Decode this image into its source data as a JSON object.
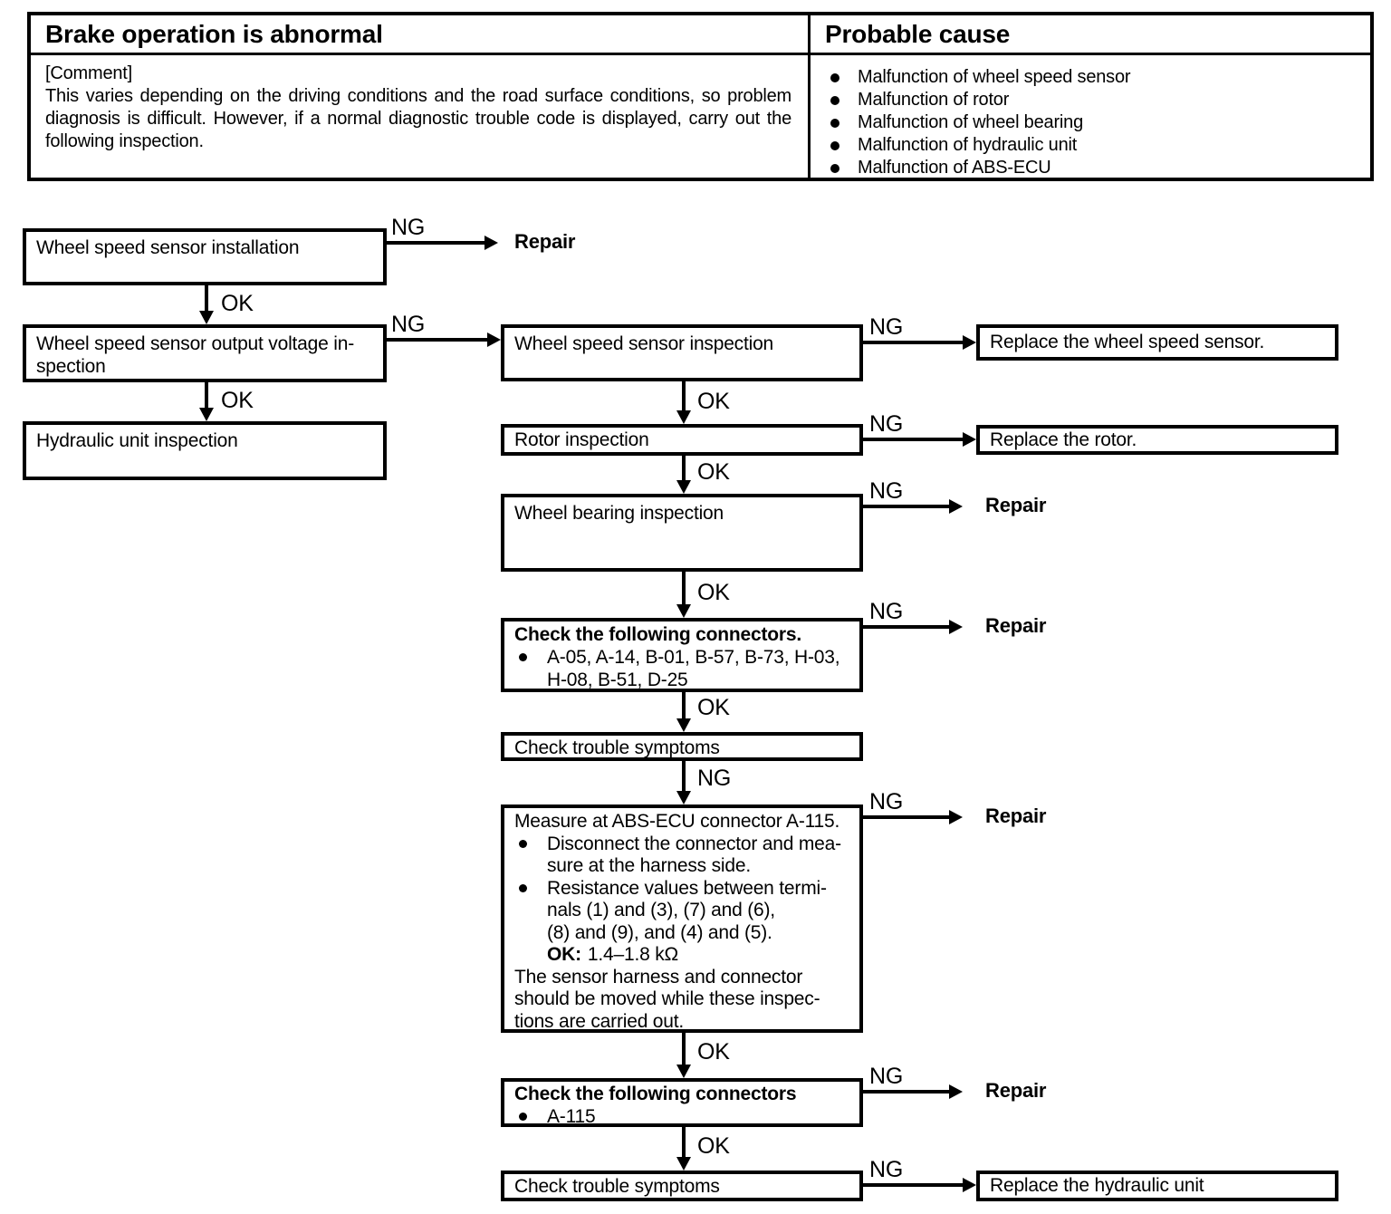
{
  "table": {
    "symptom_header": "Brake operation is abnormal",
    "cause_header": "Probable cause",
    "comment_label": "[Comment]",
    "comment_text": "This varies depending on the driving conditions and the road surface conditions, so problem diagnosis is difficult.  However, if a normal diagnostic trouble code is displayed, carry out the following inspection.",
    "causes": [
      "Malfunction of wheel speed sensor",
      "Malfunction of rotor",
      "Malfunction of wheel bearing",
      "Malfunction of hydraulic unit",
      "Malfunction of ABS-ECU"
    ]
  },
  "flow": {
    "labels": {
      "ok": "OK",
      "ng": "NG"
    },
    "nodes": {
      "sensor_install": "Wheel speed sensor installation",
      "output_voltage": "Wheel speed sensor output voltage in-\nspection",
      "hydraulic_unit": "Hydraulic unit inspection",
      "sensor_inspection": "Wheel speed sensor inspection",
      "rotor_inspection": "Rotor inspection",
      "bearing_inspection": "Wheel bearing inspection",
      "connectors1": {
        "title": "Check the following connectors.",
        "items": "A-05,  A-14, B-01, B-57, B-73, H-03,\nH-08, B-51, D-25"
      },
      "symptoms1": "Check trouble symptoms",
      "measure": {
        "title": "Measure at ABS-ECU connector A-115.",
        "bullet1": "Disconnect the connector and mea-\nsure at the harness side.",
        "bullet2": "Resistance values between termi-\nnals (1) and (3), (7) and (6),\n(8) and (9), and (4) and (5).",
        "ok_label": "OK:",
        "ok_value": "1.4–1.8 kΩ",
        "footer": "The sensor harness and connector\nshould be moved while these inspec-\ntions are carried out."
      },
      "connectors2": {
        "title": "Check the following connectors",
        "items": "A-115"
      },
      "symptoms2": "Check trouble symptoms"
    },
    "results": {
      "repair": "Repair",
      "replace_sensor": "Replace the wheel speed sensor.",
      "replace_rotor": "Replace the rotor.",
      "replace_hydraulic": "Replace the hydraulic unit"
    }
  }
}
